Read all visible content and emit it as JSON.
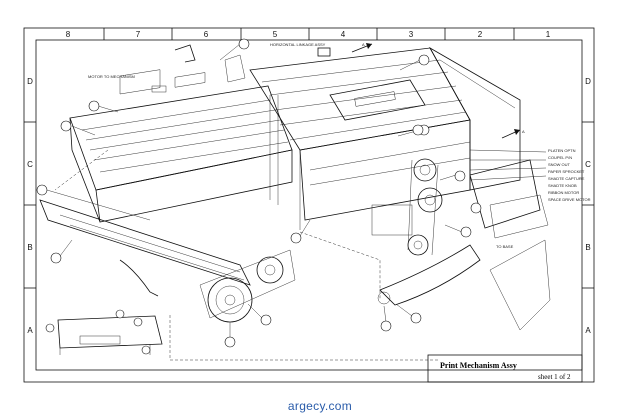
{
  "drawing": {
    "title": "Print Mechanism Assy",
    "sheet": "sheet 1 of 2",
    "column_zones": [
      "8",
      "7",
      "6",
      "5",
      "4",
      "3",
      "2",
      "1"
    ],
    "row_zones": [
      "D",
      "C",
      "B",
      "A"
    ]
  },
  "notes": {
    "platen_group": [
      "PLATEN OPTN",
      "COUPEL P/N",
      "SNOW OUT",
      "PAPER SPROCKET",
      "SHADTE CAPTURE",
      "SHADTE KNOB",
      "RIBBON MOTOR",
      "SPACE DRIVE MOTOR"
    ],
    "horizontal_linkage": "HORIZONTAL LINKAGE ASSY",
    "motor_to_mech": "MOTOR TO MECHANISM",
    "to_base": "TO BASE",
    "ref_arrow": "A",
    "ref_arrow_right": "A"
  },
  "watermark": "argecy.com"
}
